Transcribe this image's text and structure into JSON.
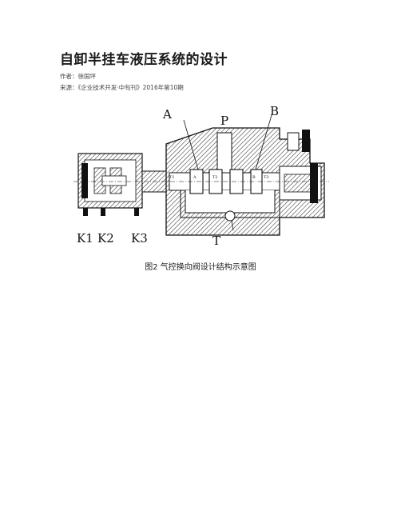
{
  "article": {
    "title": "自卸半挂车液压系统的设计",
    "author_line": "作者：徐国坪",
    "source_line": "来源：《企业技术开发·中旬刊》2016年第10期"
  },
  "figure": {
    "caption": "图2  气控换向阀设计结构示意图",
    "labels": {
      "A": "A",
      "P": "P",
      "B": "B",
      "T": "T",
      "K1": "K1",
      "K2": "K2",
      "K3": "K3",
      "t1": "T1",
      "t2": "T2",
      "t3": "T3",
      "a": "A",
      "b": "B"
    }
  }
}
